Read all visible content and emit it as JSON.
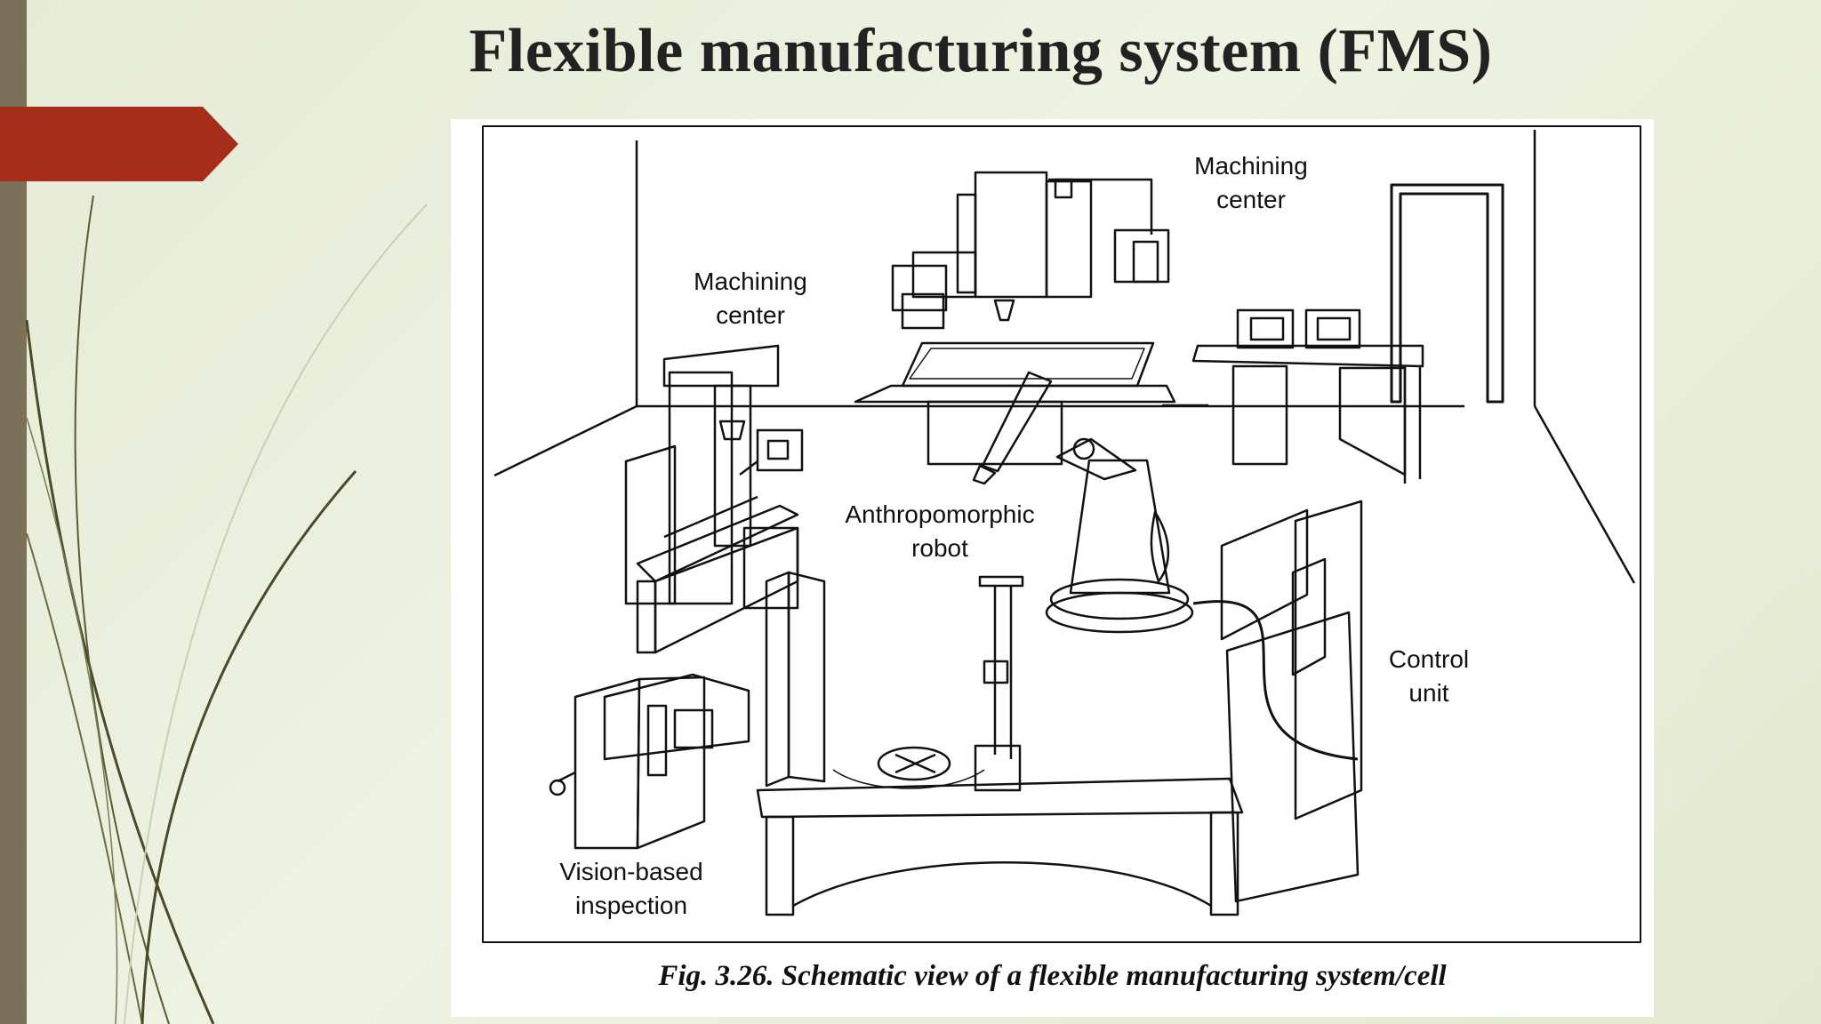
{
  "slide": {
    "title": "Flexible manufacturing system (FMS)",
    "accent_color": "#a52d1a",
    "bar_color": "#7a7158"
  },
  "figure": {
    "caption": "Fig. 3.26. Schematic view of a flexible manufacturing system/cell",
    "labels": {
      "machining_center_left": "Machining\ncenter",
      "machining_center_top": "Machining\ncenter",
      "anthropomorphic_robot": "Anthropomorphic\nrobot",
      "control_unit": "Control\nunit",
      "vision_inspection": "Vision-based\ninspection"
    }
  }
}
